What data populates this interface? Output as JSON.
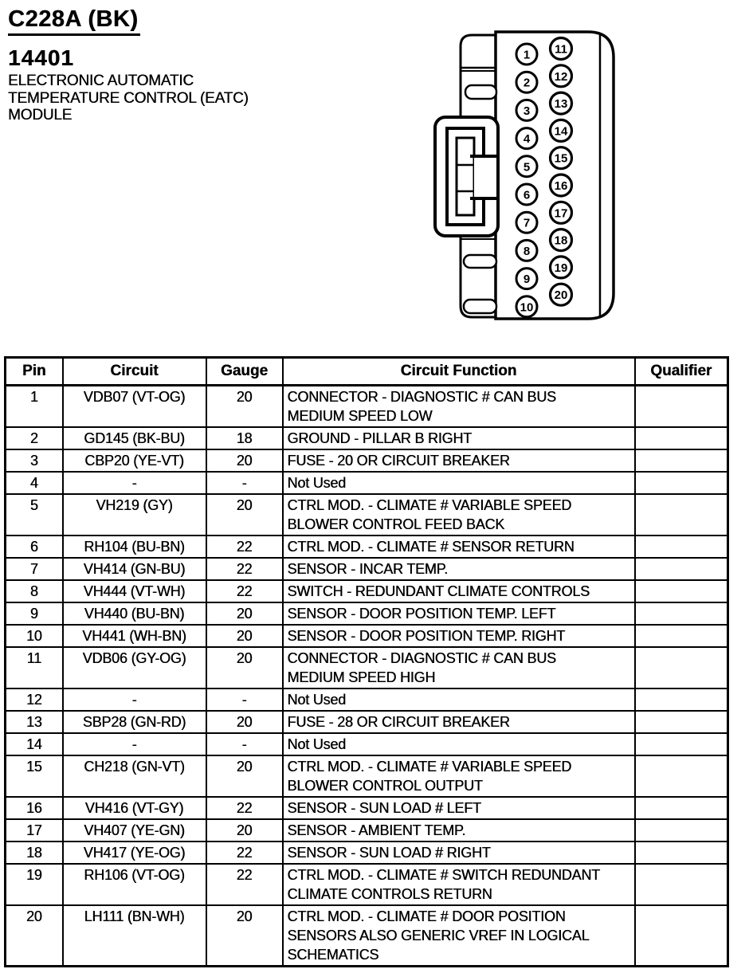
{
  "page": {
    "connector_id": "C228A (BK)",
    "part_number": "14401",
    "description_lines": [
      "ELECTRONIC AUTOMATIC",
      "TEMPERATURE CONTROL (EATC)",
      "MODULE"
    ]
  },
  "connector": {
    "pins_left": [
      "1",
      "2",
      "3",
      "4",
      "5",
      "6",
      "7",
      "8",
      "9",
      "10"
    ],
    "pins_right": [
      "11",
      "12",
      "13",
      "14",
      "15",
      "16",
      "17",
      "18",
      "19",
      "20"
    ]
  },
  "table": {
    "headers": [
      "Pin",
      "Circuit",
      "Gauge",
      "Circuit Function",
      "Qualifier"
    ],
    "rows": [
      {
        "pin": "1",
        "circuit": "VDB07 (VT-OG)",
        "gauge": "20",
        "function_lines": [
          "CONNECTOR - DIAGNOSTIC # CAN BUS",
          "MEDIUM SPEED LOW"
        ],
        "qualifier": ""
      },
      {
        "pin": "2",
        "circuit": "GD145 (BK-BU)",
        "gauge": "18",
        "function_lines": [
          "GROUND - PILLAR B RIGHT"
        ],
        "qualifier": ""
      },
      {
        "pin": "3",
        "circuit": "CBP20 (YE-VT)",
        "gauge": "20",
        "function_lines": [
          "FUSE - 20 OR CIRCUIT BREAKER"
        ],
        "qualifier": ""
      },
      {
        "pin": "4",
        "circuit": "-",
        "gauge": "-",
        "function_lines": [
          "Not Used"
        ],
        "qualifier": ""
      },
      {
        "pin": "5",
        "circuit": "VH219 (GY)",
        "gauge": "20",
        "function_lines": [
          "CTRL MOD. - CLIMATE # VARIABLE SPEED",
          "BLOWER CONTROL FEED BACK"
        ],
        "qualifier": ""
      },
      {
        "pin": "6",
        "circuit": "RH104 (BU-BN)",
        "gauge": "22",
        "function_lines": [
          "CTRL MOD. - CLIMATE # SENSOR RETURN"
        ],
        "qualifier": ""
      },
      {
        "pin": "7",
        "circuit": "VH414 (GN-BU)",
        "gauge": "22",
        "function_lines": [
          "SENSOR - INCAR TEMP."
        ],
        "qualifier": ""
      },
      {
        "pin": "8",
        "circuit": "VH444 (VT-WH)",
        "gauge": "22",
        "function_lines": [
          "SWITCH - REDUNDANT CLIMATE CONTROLS"
        ],
        "qualifier": ""
      },
      {
        "pin": "9",
        "circuit": "VH440 (BU-BN)",
        "gauge": "20",
        "function_lines": [
          "SENSOR - DOOR POSITION TEMP. LEFT"
        ],
        "qualifier": ""
      },
      {
        "pin": "10",
        "circuit": "VH441 (WH-BN)",
        "gauge": "20",
        "function_lines": [
          "SENSOR - DOOR POSITION TEMP. RIGHT"
        ],
        "qualifier": ""
      },
      {
        "pin": "11",
        "circuit": "VDB06 (GY-OG)",
        "gauge": "20",
        "function_lines": [
          "CONNECTOR - DIAGNOSTIC # CAN BUS",
          "MEDIUM SPEED HIGH"
        ],
        "qualifier": ""
      },
      {
        "pin": "12",
        "circuit": "-",
        "gauge": "-",
        "function_lines": [
          "Not Used"
        ],
        "qualifier": ""
      },
      {
        "pin": "13",
        "circuit": "SBP28 (GN-RD)",
        "gauge": "20",
        "function_lines": [
          "FUSE - 28 OR CIRCUIT BREAKER"
        ],
        "qualifier": ""
      },
      {
        "pin": "14",
        "circuit": "-",
        "gauge": "-",
        "function_lines": [
          "Not Used"
        ],
        "qualifier": ""
      },
      {
        "pin": "15",
        "circuit": "CH218 (GN-VT)",
        "gauge": "20",
        "function_lines": [
          "CTRL MOD. - CLIMATE # VARIABLE SPEED",
          "BLOWER CONTROL OUTPUT"
        ],
        "qualifier": ""
      },
      {
        "pin": "16",
        "circuit": "VH416 (VT-GY)",
        "gauge": "22",
        "function_lines": [
          "SENSOR - SUN LOAD # LEFT"
        ],
        "qualifier": ""
      },
      {
        "pin": "17",
        "circuit": "VH407 (YE-GN)",
        "gauge": "20",
        "function_lines": [
          "SENSOR - AMBIENT TEMP."
        ],
        "qualifier": ""
      },
      {
        "pin": "18",
        "circuit": "VH417 (YE-OG)",
        "gauge": "22",
        "function_lines": [
          "SENSOR - SUN LOAD # RIGHT"
        ],
        "qualifier": ""
      },
      {
        "pin": "19",
        "circuit": "RH106 (VT-OG)",
        "gauge": "22",
        "function_lines": [
          "CTRL MOD. - CLIMATE # SWITCH REDUNDANT",
          "CLIMATE CONTROLS RETURN"
        ],
        "qualifier": ""
      },
      {
        "pin": "20",
        "circuit": "LH111 (BN-WH)",
        "gauge": "20",
        "function_lines": [
          "CTRL MOD. - CLIMATE # DOOR POSITION",
          "SENSORS ALSO GENERIC VREF IN LOGICAL",
          "SCHEMATICS"
        ],
        "qualifier": ""
      }
    ]
  },
  "colors": {
    "ink": "#000000",
    "paper": "#ffffff"
  }
}
